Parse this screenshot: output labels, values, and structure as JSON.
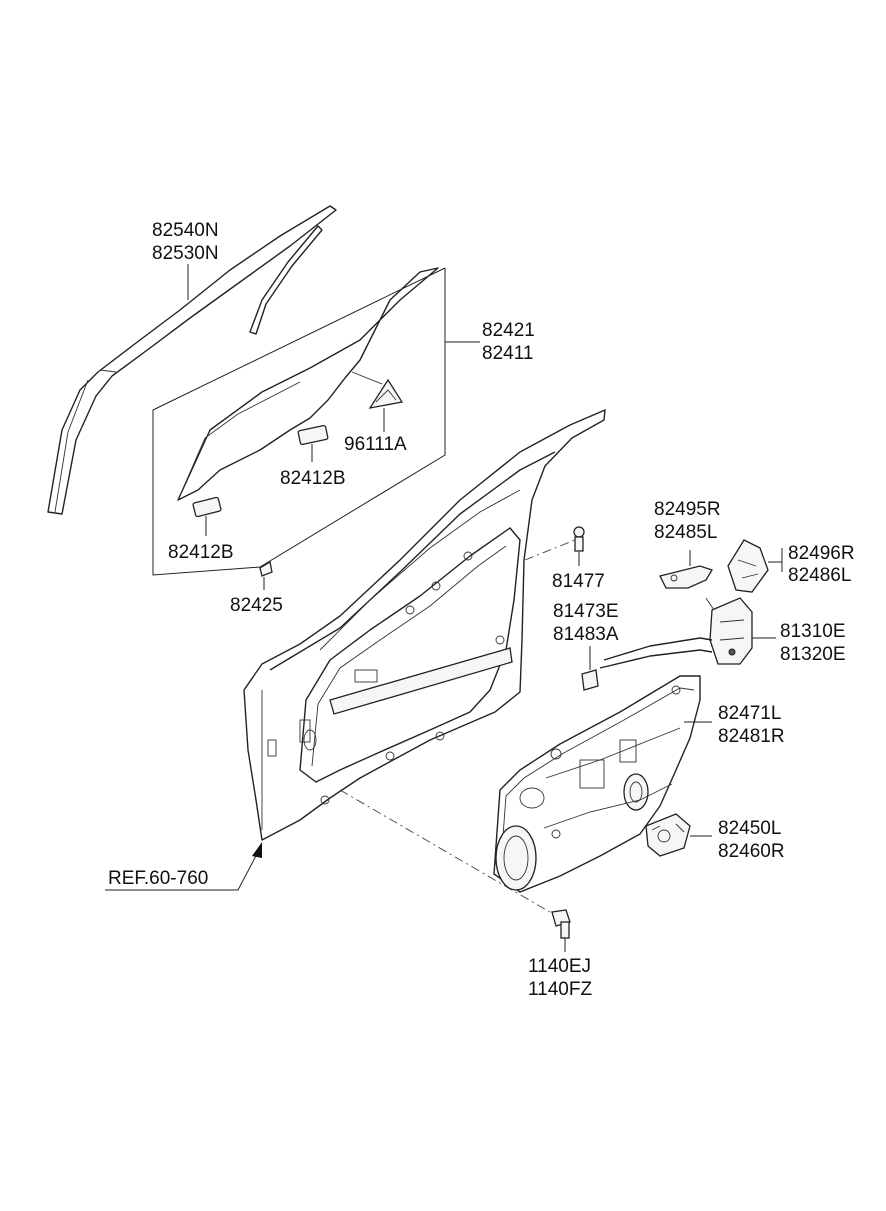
{
  "labels": {
    "p82540N": "82540N",
    "p82530N": "82530N",
    "p82421": "82421",
    "p82411": "82411",
    "p96111A": "96111A",
    "p82412B_a": "82412B",
    "p82412B_b": "82412B",
    "p82425": "82425",
    "p81477": "81477",
    "p82495R": "82495R",
    "p82485L": "82485L",
    "p82496R": "82496R",
    "p82486L": "82486L",
    "p81473E": "81473E",
    "p81483A": "81483A",
    "p81310E": "81310E",
    "p81320E": "81320E",
    "p82471L": "82471L",
    "p82481R": "82481R",
    "p82450L": "82450L",
    "p82460R": "82460R",
    "ref": "REF.60-760",
    "p1140EJ": "1140EJ",
    "p1140FZ": "1140FZ"
  },
  "icons": [
    "bolt-icon",
    "clip-icon",
    "screw-icon",
    "arrow-icon"
  ]
}
